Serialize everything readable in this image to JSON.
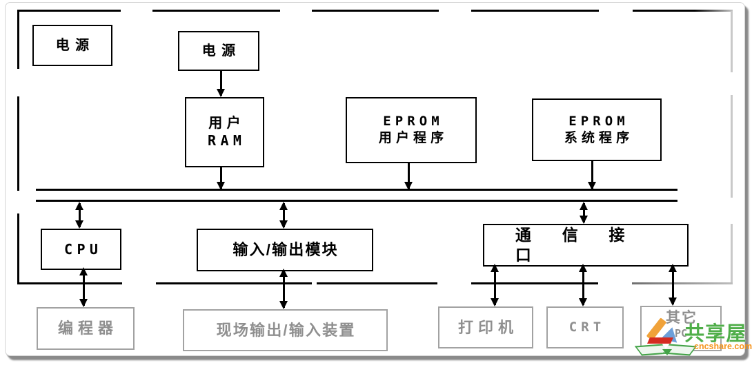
{
  "boxes": {
    "power1": {
      "label": "电源"
    },
    "power2": {
      "label": "电源"
    },
    "userRam": {
      "line1": "用户",
      "line2": "RAM"
    },
    "epromUser": {
      "line1": "EPROM",
      "line2": "用户程序"
    },
    "epromSystem": {
      "line1": "EPROM",
      "line2": "系统程序"
    },
    "cpu": {
      "label": "CPU"
    },
    "ioModule": {
      "label": "输入/输出模块"
    },
    "commInterface": {
      "label": "通信接口"
    },
    "programmer": {
      "label": "编程器"
    },
    "fieldDevices": {
      "label": "现场输出/输入装置"
    },
    "printer": {
      "label": "打印机"
    },
    "crt": {
      "label": "CRT"
    },
    "otherPc": {
      "line1": "其它",
      "line2": "PC"
    }
  },
  "watermark": {
    "site_name": "共享屋",
    "site_url": "cncshare.com",
    "green": "#4fae49",
    "orange": "#f6941d"
  },
  "colors": {
    "line_black": "#000000",
    "peripheral_gray": "#9a9a9a"
  }
}
